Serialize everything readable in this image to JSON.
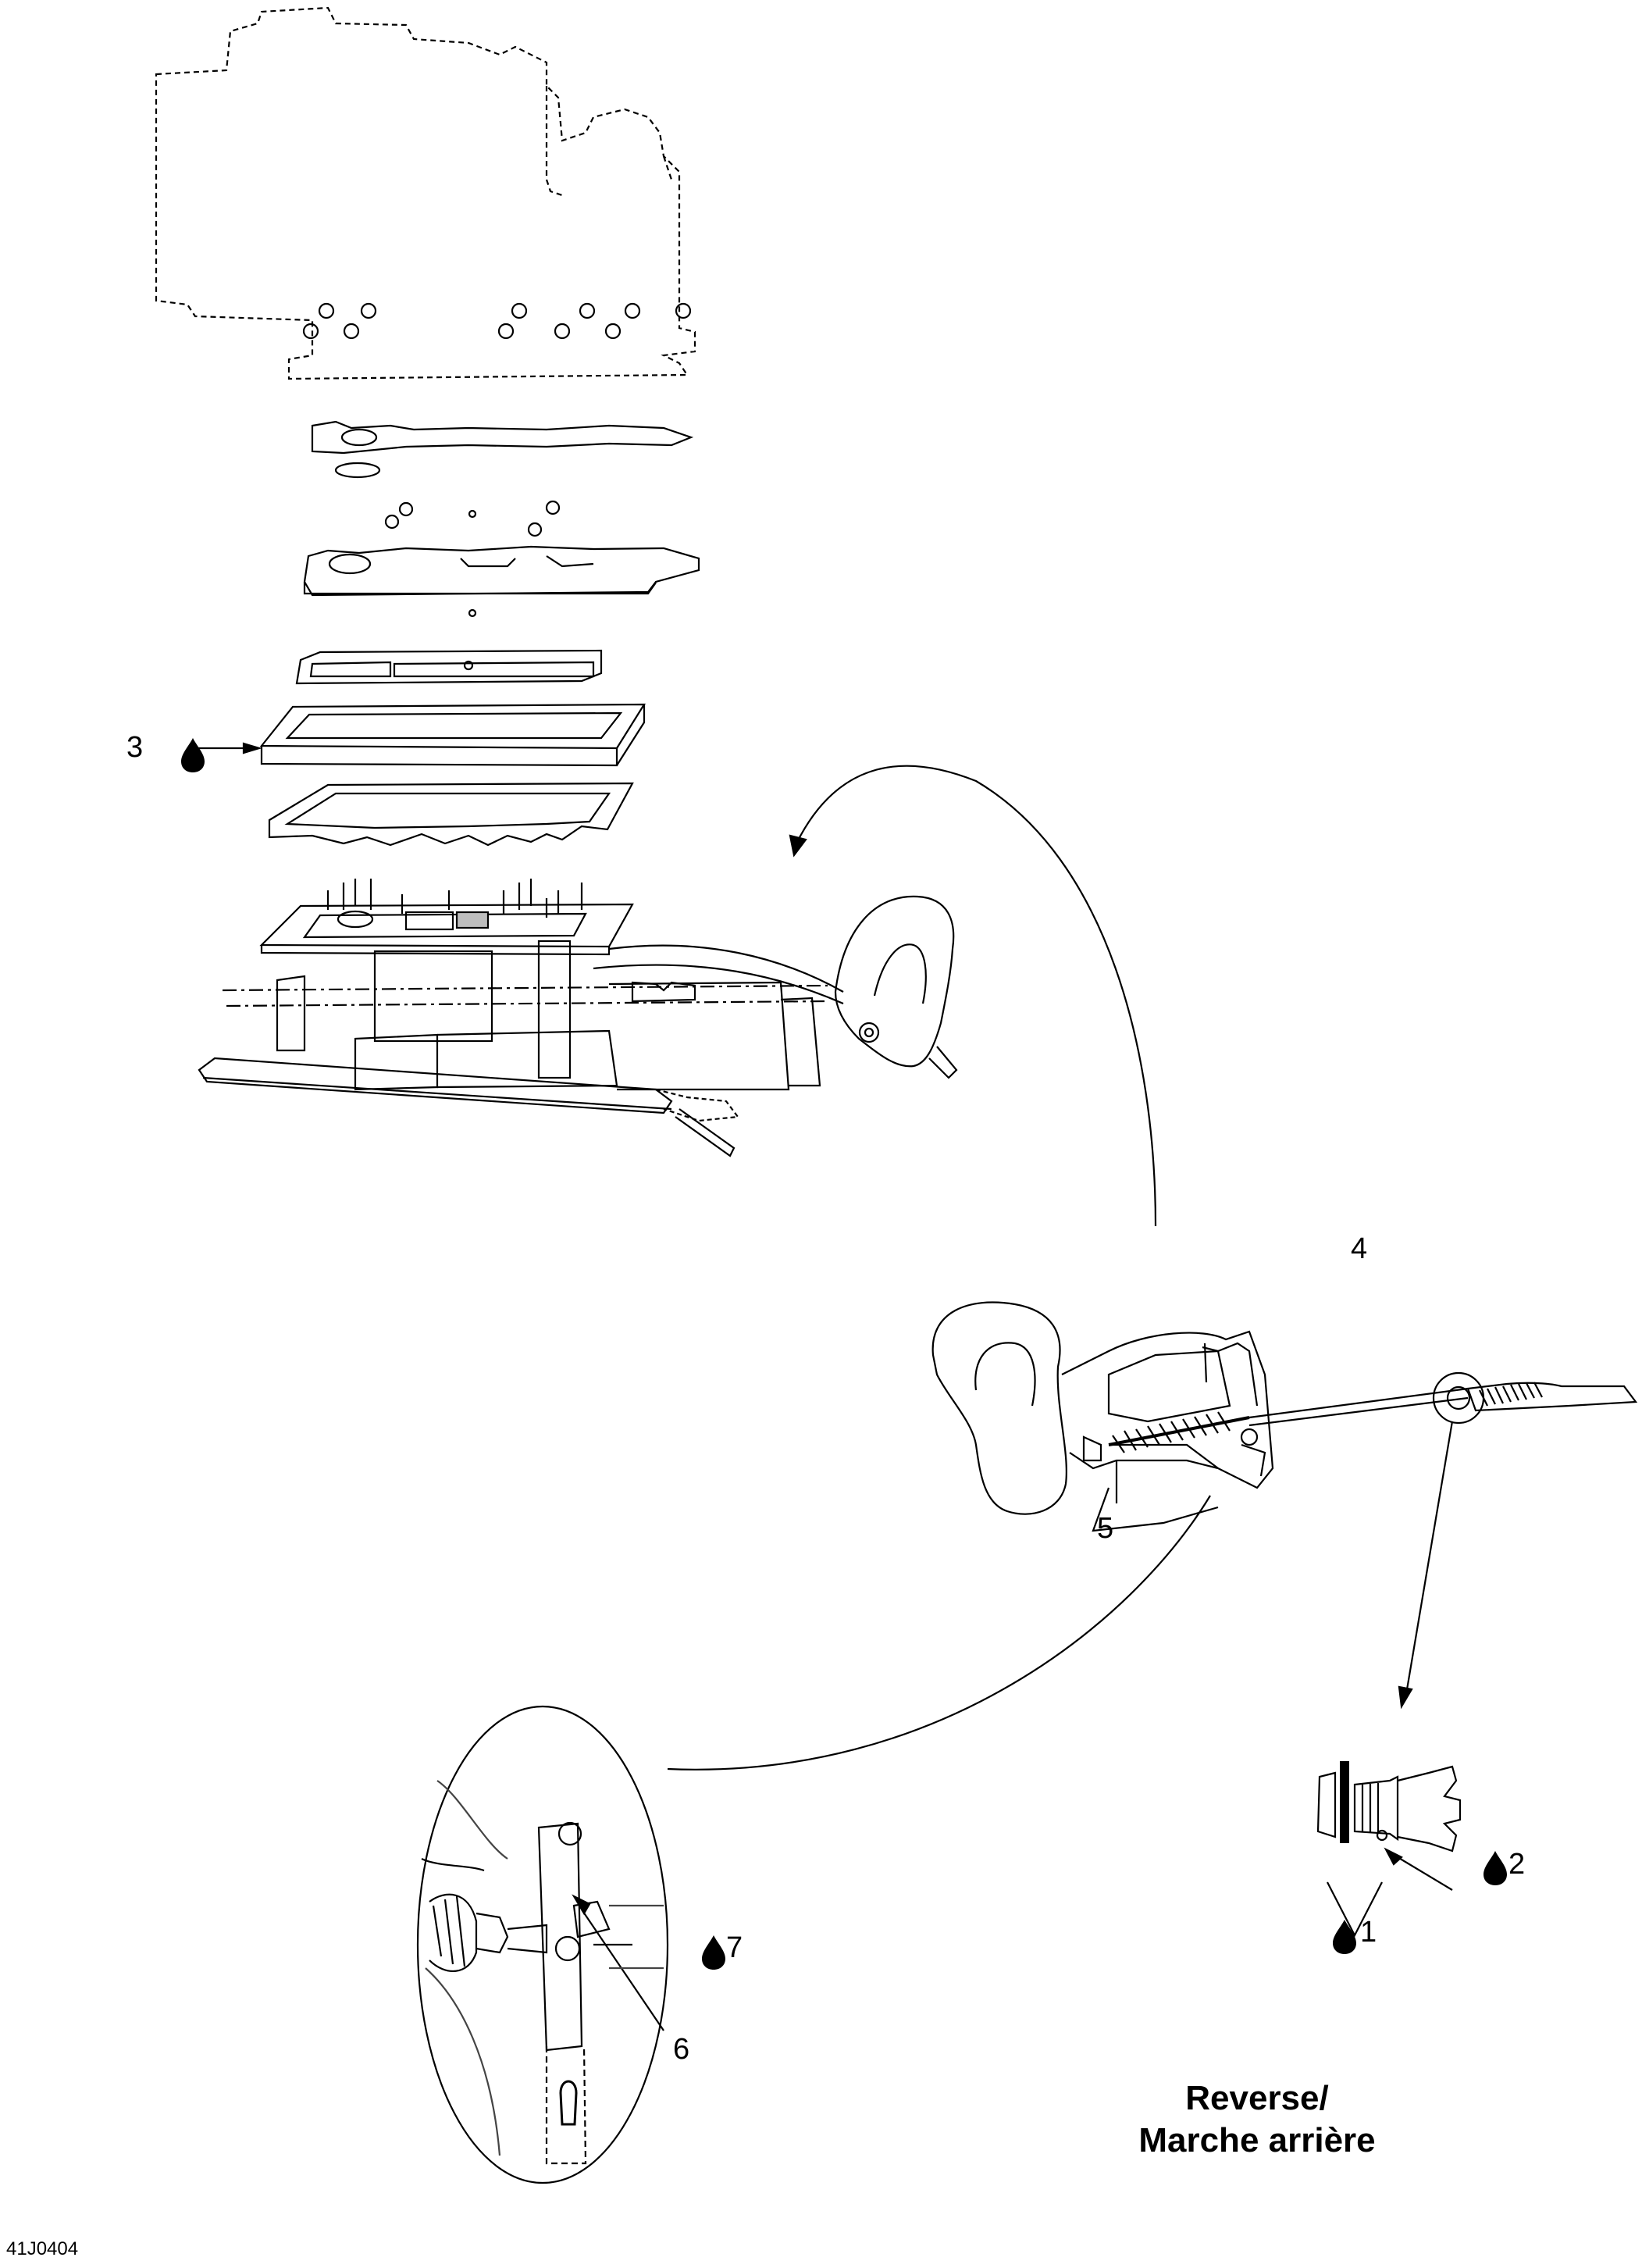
{
  "callouts": {
    "c1": "1",
    "c2": "2",
    "c3": "3",
    "c4": "4",
    "c5": "5",
    "c6": "6",
    "c7": "7"
  },
  "section_title": {
    "line1": "Reverse/",
    "line2": "Marche arrière"
  },
  "figure_code": "41J0404",
  "icons": {
    "lubricant": "oil-drop-icon"
  },
  "colors": {
    "ink": "#000000",
    "paper": "#ffffff",
    "shade": "#bdbdbd"
  }
}
